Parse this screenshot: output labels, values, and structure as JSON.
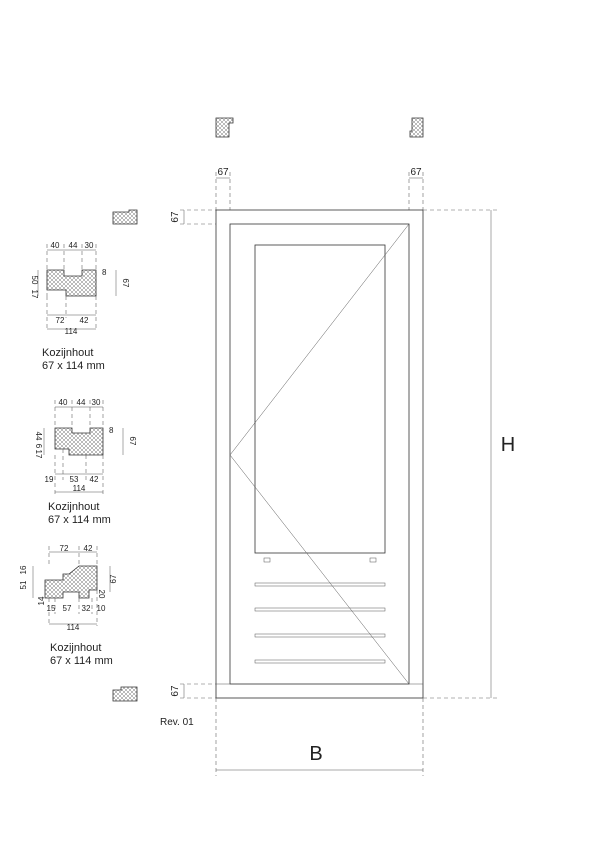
{
  "frame_top": {
    "left_width": "67",
    "right_width": "67"
  },
  "frame_side": {
    "top_height": "67",
    "bottom_height": "67"
  },
  "overall": {
    "height_label": "H",
    "width_label": "B"
  },
  "revision": "Rev. 01",
  "profiles": [
    {
      "caption_line1": "Kozijnhout",
      "caption_line2": "67 x 114 mm",
      "top_dims": [
        "40",
        "44",
        "30"
      ],
      "right_small": "8",
      "right_dim": "67",
      "left_dims": [
        "50",
        "17"
      ],
      "bottom_dims": [
        "72",
        "42"
      ],
      "total": "114"
    },
    {
      "caption_line1": "Kozijnhout",
      "caption_line2": "67 x 114 mm",
      "top_dims": [
        "40",
        "44",
        "30"
      ],
      "right_small": "8",
      "right_dim": "67",
      "left_dims": [
        "44",
        "6",
        "17"
      ],
      "bottom_dims": [
        "19",
        "53",
        "42"
      ],
      "total": "114"
    },
    {
      "caption_line1": "Kozijnhout",
      "caption_line2": "67 x 114 mm",
      "top_dims": [
        "72",
        "42"
      ],
      "right_small": "20",
      "right_dim": "67",
      "left_dims": [
        "51",
        "16",
        "14"
      ],
      "bottom_dims": [
        "15",
        "57",
        "32",
        "10"
      ],
      "total": "114"
    }
  ]
}
